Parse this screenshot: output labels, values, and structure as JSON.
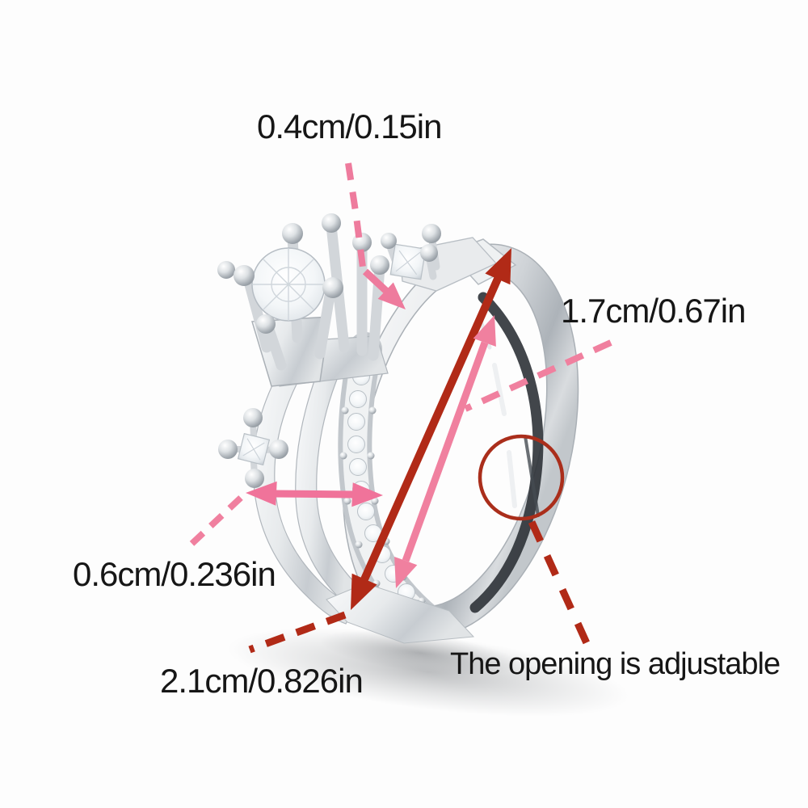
{
  "annotations": {
    "top_measurement": {
      "label": "0.4cm/0.15in"
    },
    "inner_diameter": {
      "label": "1.7cm/0.67in"
    },
    "band_width": {
      "label": "0.6cm/0.236in"
    },
    "outer_diameter": {
      "label": "2.1cm/0.826in"
    },
    "opening_note": {
      "label": "The opening is adjustable"
    }
  },
  "colors": {
    "background": "#fdfdfd",
    "pink_accent": "#f0809f",
    "dark_red_accent": "#b12a17",
    "label_text": "#161616",
    "silver": "#d8dbde"
  }
}
